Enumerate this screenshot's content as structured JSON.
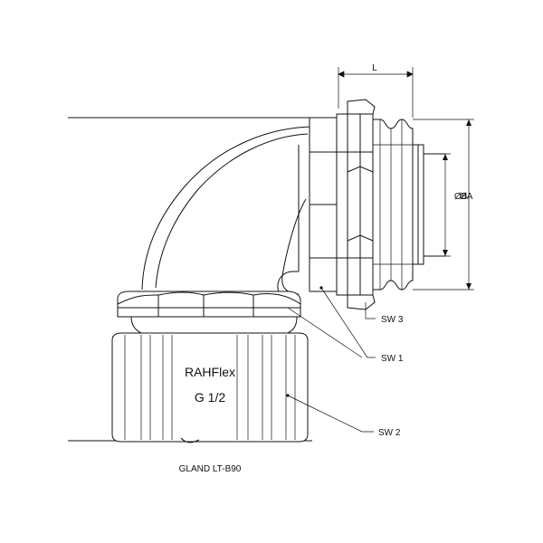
{
  "labels": {
    "dim_length": "L",
    "dim_inner_dia": "ØB",
    "dim_outer_dia": "ØA",
    "wrench_3": "SW 3",
    "wrench_1": "SW 1",
    "wrench_2": "SW 2",
    "brand": "RAHFlex",
    "thread": "G 1/2",
    "caption": "GLAND LT-B90"
  }
}
